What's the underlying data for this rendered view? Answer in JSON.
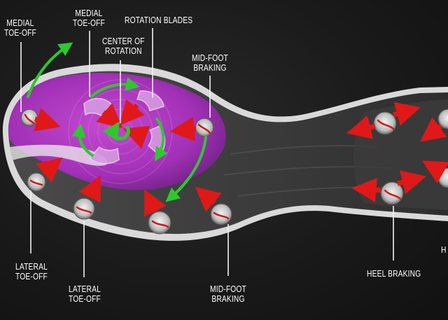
{
  "labels": {
    "medial_toe_off_left": [
      "MEDIAL",
      "TOE-OFF"
    ],
    "medial_toe_off_center": [
      "MEDIAL",
      "TOE-OFF"
    ],
    "rotation_blades": [
      "ROTATION BLADES"
    ],
    "center_of_rotation": [
      "CENTER OF",
      "ROTATION"
    ],
    "mid_foot_braking_top": [
      "MID-FOOT",
      "BRAKING"
    ],
    "lateral_toe_off_left": [
      "LATERAL",
      "TOE-OFF"
    ],
    "lateral_toe_off_center": [
      "LATERAL",
      "TOE-OFF"
    ],
    "mid_foot_braking_bottom": [
      "MID-FOOT",
      "BRAKING"
    ],
    "heel_braking": [
      "HEEL BRAKING"
    ],
    "heel_partial": [
      "H"
    ]
  },
  "colors": {
    "background": "#1a1a1a",
    "forefoot_zone": "#b43cc8",
    "sole": "#3a3a3a",
    "rim": "#e6e6e6",
    "force_arrow": "#e01818",
    "rotation_arrow": "#2ec82e",
    "label_text": "#ffffff"
  }
}
